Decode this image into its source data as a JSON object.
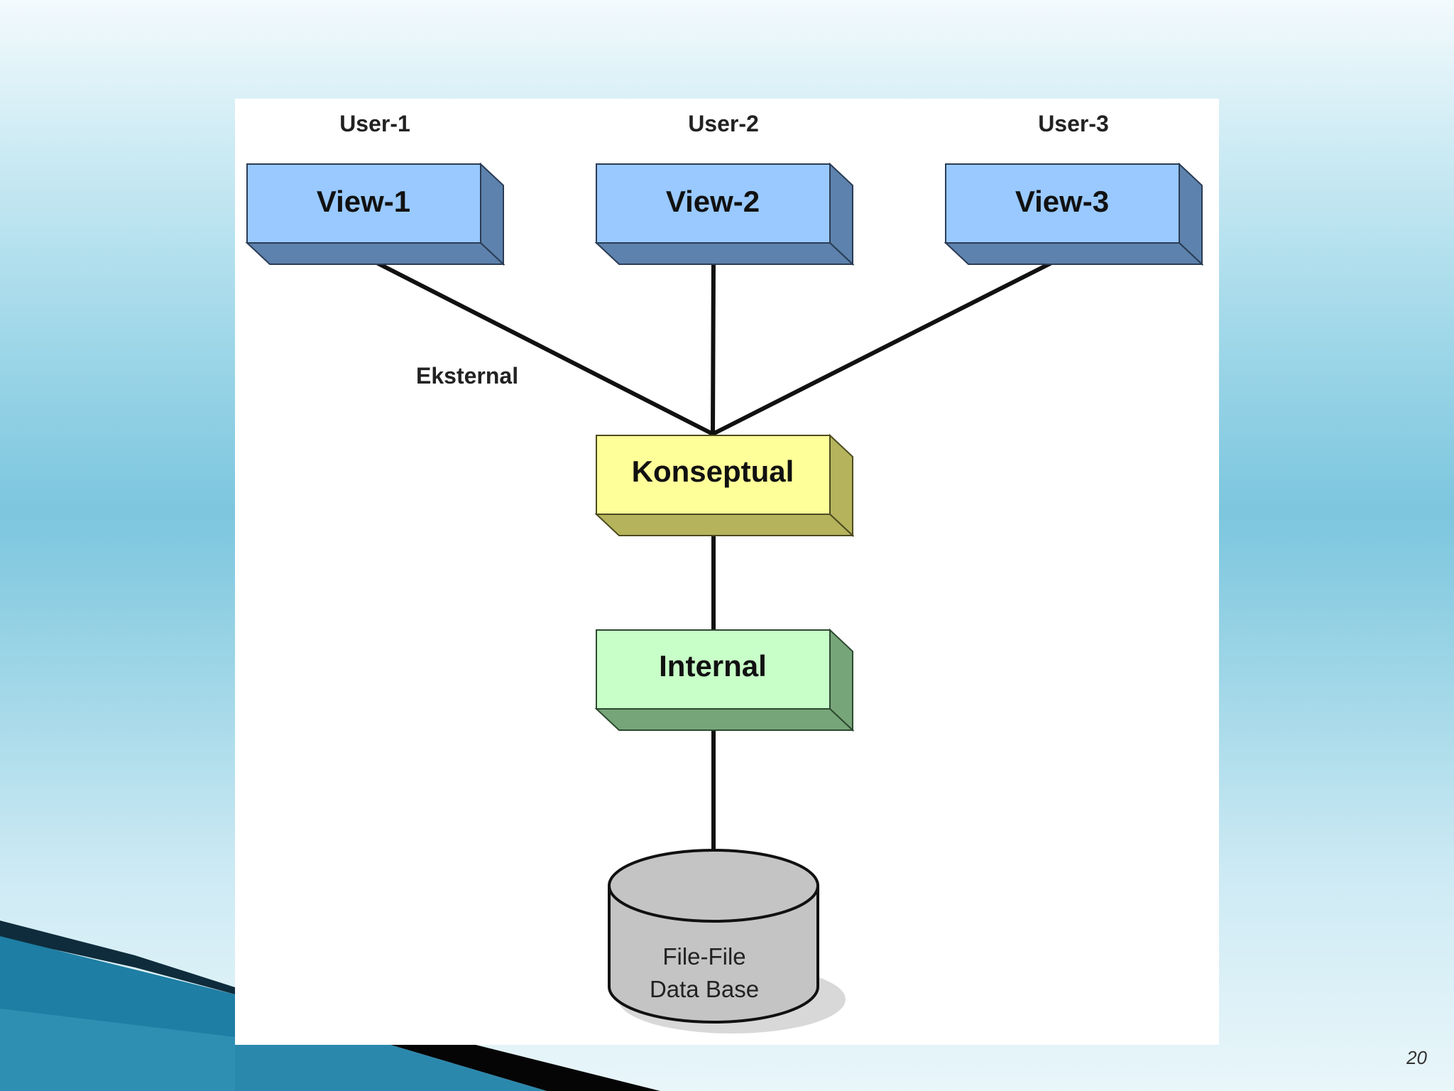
{
  "slide": {
    "page_number": "20"
  },
  "diagram": {
    "users": [
      {
        "label": "User-1"
      },
      {
        "label": "User-2"
      },
      {
        "label": "User-3"
      }
    ],
    "views": [
      {
        "label": "View-1"
      },
      {
        "label": "View-2"
      },
      {
        "label": "View-3"
      }
    ],
    "external_label": "Eksternal",
    "conceptual": {
      "label": "Konseptual"
    },
    "internal": {
      "label": "Internal"
    },
    "database": {
      "line1": "File-File",
      "line2": "Data Base"
    }
  },
  "colors": {
    "view_face": "#99c9ff",
    "view_side": "#5d82ad",
    "conceptual_face": "#ffff99",
    "conceptual_side": "#b5b45c",
    "internal_face": "#c8ffc8",
    "internal_side": "#77a57a",
    "database_fill": "#c4c4c4",
    "connector": "#111111"
  }
}
